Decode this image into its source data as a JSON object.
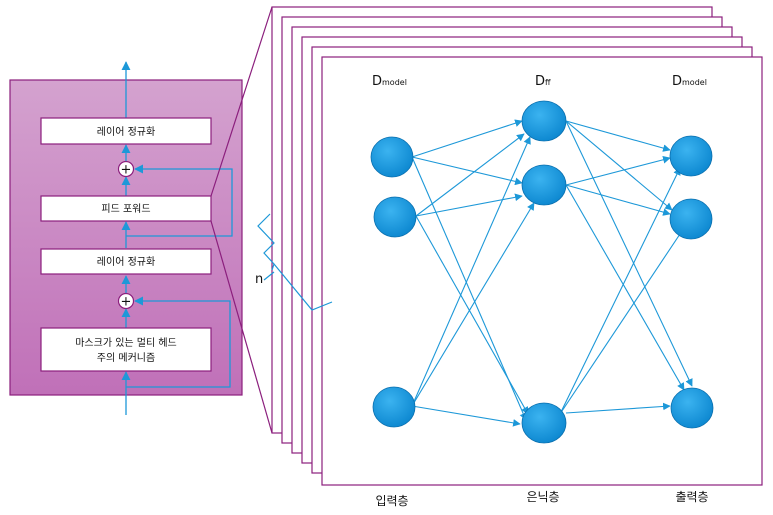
{
  "colors": {
    "panel_fill": "#c77fbf",
    "panel_border": "#8b1f7d",
    "accent_line": "#1d98d8",
    "node_fill": "#1b9ae0"
  },
  "decoder": {
    "blocks": {
      "layer_norm_top": "레이어 정규화",
      "feed_forward": "피드 포워드",
      "layer_norm_mid": "레이어 정규화",
      "masked_attention_line1": "마스크가 있는 멀티 헤드",
      "masked_attention_line2": "주의 메커니즘"
    },
    "add_symbol": "+",
    "repeat_label": "n"
  },
  "network": {
    "dims": [
      {
        "main": "D",
        "sub": "model"
      },
      {
        "main": "D",
        "sub": "ff"
      },
      {
        "main": "D",
        "sub": "model"
      }
    ],
    "layers": [
      "입력층",
      "은닉층",
      "출력층"
    ]
  }
}
